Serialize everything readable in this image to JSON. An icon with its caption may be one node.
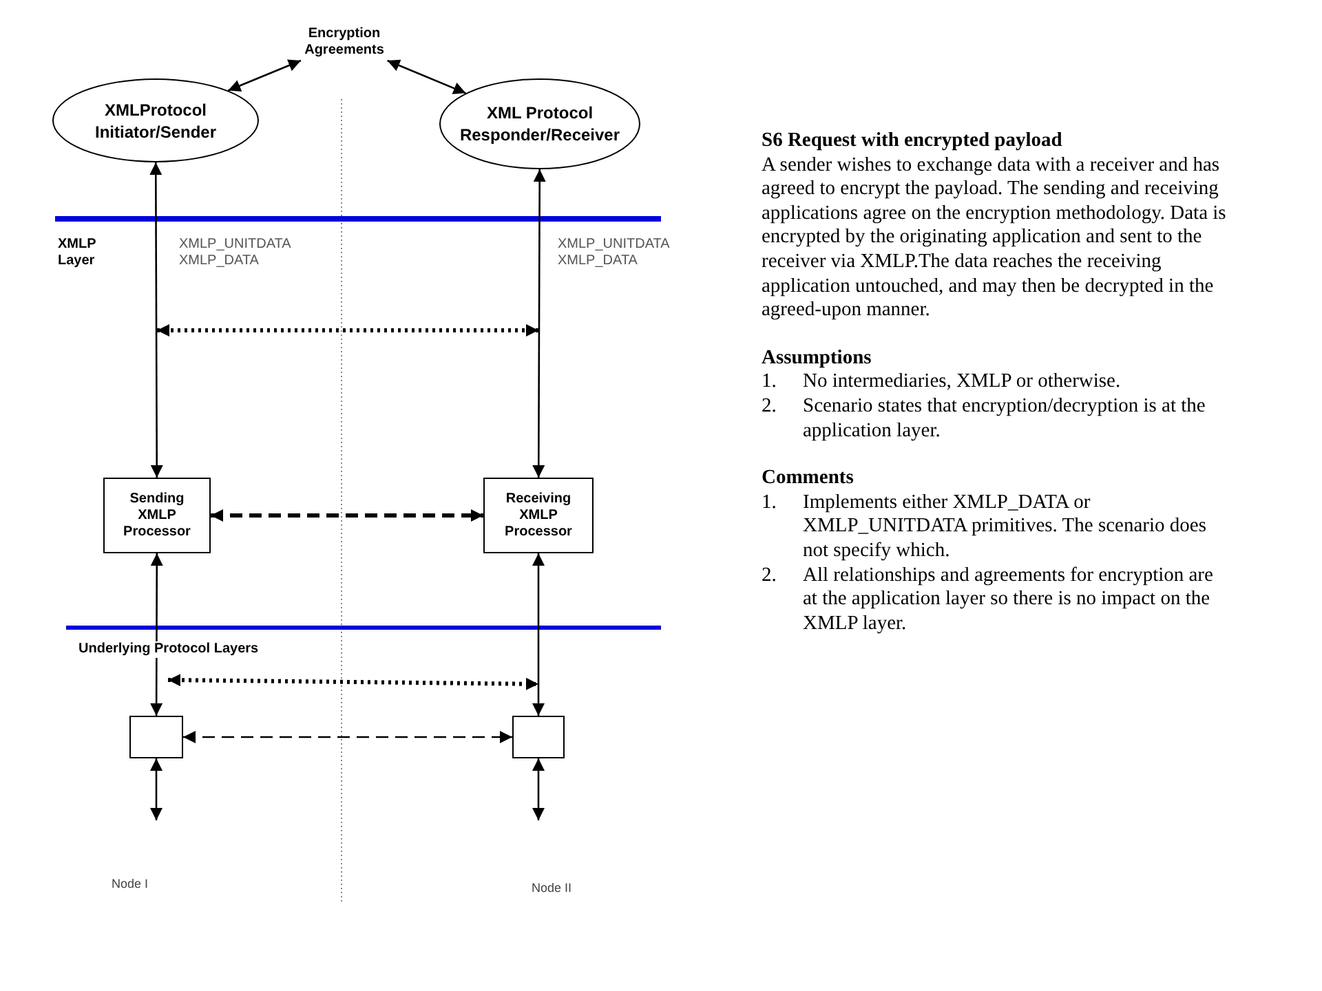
{
  "diagram": {
    "title": "S6 Request with encrypted payload",
    "nodes": [
      {
        "text": [
          "Encryption Agreements"
        ]
      },
      {
        "text": [
          "XMLProtocol Initiator/Sender"
        ]
      },
      {
        "text": [
          "XML Protocol Responder/Receiver"
        ]
      },
      {
        "text": [
          "Sending XMLP Processor"
        ]
      },
      {
        "text": [
          "Receiving XMLP Processor"
        ]
      },
      {
        "text": [],
        "shape": "box"
      },
      {
        "text": [],
        "shape": "box"
      }
    ],
    "edges": [
      {
        "from": 0,
        "to": 1,
        "arrow": "both"
      },
      {
        "from": 0,
        "to": 2,
        "arrow": "both"
      },
      {
        "from": 1,
        "to": 3,
        "arrow": "both"
      },
      {
        "from": 2,
        "to": 4,
        "arrow": "both"
      },
      {
        "from": 3,
        "to": 4,
        "arrow": "both",
        "style": "dashed"
      },
      {
        "from": 3,
        "to": 5,
        "arrow": "both"
      },
      {
        "from": 4,
        "to": 6,
        "arrow": "both"
      },
      {
        "from": 5,
        "to": 6,
        "arrow": "both",
        "style": "dashed"
      },
      {
        "from": 5,
        "to": null,
        "arrow": "both"
      },
      {
        "from": 6,
        "to": null,
        "arrow": "both"
      }
    ],
    "labels": [
      "XMLP Layer",
      "XMLP_UNITDATA",
      "XMLP_DATA",
      "XMLP_UNITDATA",
      "XMLP_DATA",
      "Underlying Protocol Layers",
      "Node I",
      "Node II",
      "A sender wishes to exchange data with a receiver and has agreed to encrypt the payload. The sending and receiving applications agree on the encryption methodology. Data is encrypted by the originating application and sent to the receiver via XMLP.The data reaches the receiving application untouched, and may then be decrypted in the agreed-upon manner.",
      "Assumptions",
      "1.",
      "No intermediaries, XMLP or otherwise.",
      "2.",
      "Scenario states that encryption/decryption is at the application layer.",
      "Comments",
      "1.",
      "Implements either XMLP_DATA or XMLP_UNITDATA primitives. The scenario does not specify which.",
      "2.",
      "All relationships and agreements for encryption are at the application layer so there is no impact on the XMLP layer."
    ]
  }
}
